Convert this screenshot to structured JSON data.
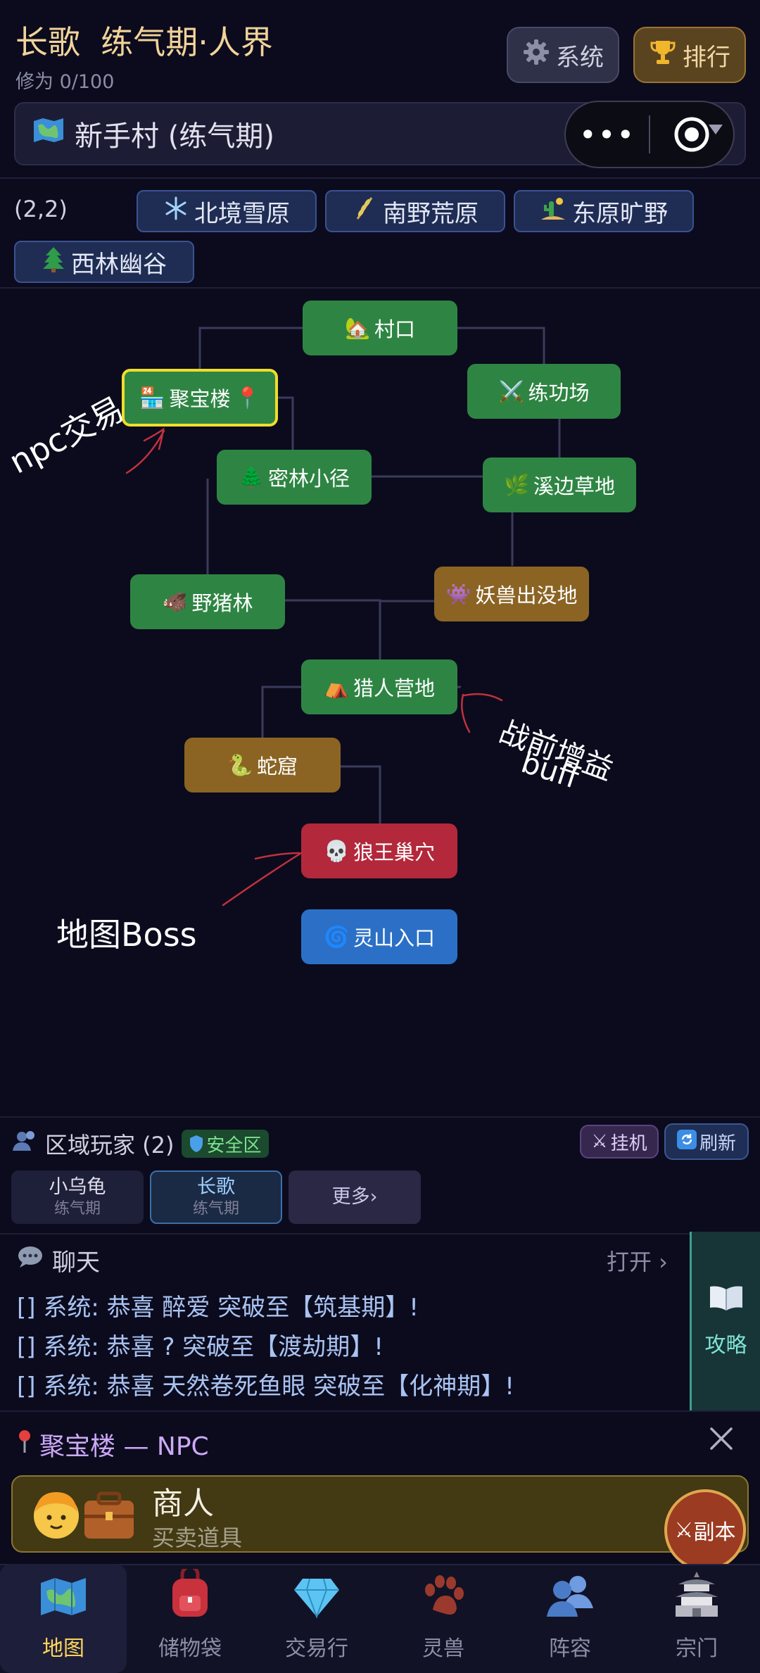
{
  "header": {
    "title": "长歌  练气期·人界",
    "cultivation": "修为 0/100",
    "system_label": "系统",
    "rank_label": "排行"
  },
  "location": {
    "name": "新手村 (练气期)"
  },
  "capsule": {
    "more": "•••"
  },
  "coords": "(2,2)",
  "directions": [
    {
      "label": "北境雪原",
      "icon": "snowflake-icon"
    },
    {
      "label": "南野荒原",
      "icon": "wheat-icon"
    },
    {
      "label": "东原旷野",
      "icon": "cactus-icon"
    },
    {
      "label": "西林幽谷",
      "icon": "pine-tree-icon"
    }
  ],
  "map_nodes": [
    {
      "label": "村口",
      "icon": "🏡",
      "kind": "green"
    },
    {
      "label": "聚宝楼",
      "icon": "🏪",
      "kind": "green",
      "selected": true,
      "suffix": "📍"
    },
    {
      "label": "练功场",
      "icon": "⚔️",
      "kind": "green"
    },
    {
      "label": "密林小径",
      "icon": "🌲",
      "kind": "green"
    },
    {
      "label": "溪边草地",
      "icon": "🌿",
      "kind": "green"
    },
    {
      "label": "妖兽出没地",
      "icon": "👾",
      "kind": "brown"
    },
    {
      "label": "野猪林",
      "icon": "🐗",
      "kind": "green"
    },
    {
      "label": "猎人营地",
      "icon": "⛺",
      "kind": "green"
    },
    {
      "label": "蛇窟",
      "icon": "🐍",
      "kind": "brown"
    },
    {
      "label": "狼王巢穴",
      "icon": "💀",
      "kind": "red"
    },
    {
      "label": "灵山入口",
      "icon": "🌀",
      "kind": "blue"
    }
  ],
  "annotations": {
    "npc": "npc交易",
    "buff_1": "战前增益",
    "buff_2": "buff",
    "boss": "地图Boss"
  },
  "players": {
    "title": "区域玩家 (2)",
    "safe_zone": "安全区",
    "idle_label": "挂机",
    "refresh_label": "刷新",
    "list": [
      {
        "name": "小乌龟",
        "level": "练气期"
      },
      {
        "name": "长歌",
        "level": "练气期"
      }
    ],
    "more_label": "更多›"
  },
  "chat": {
    "title": "聊天",
    "open_label": "打开 ›",
    "messages": [
      "[] 系统: 恭喜 醉爱 突破至【筑基期】!",
      "[] 系统: 恭喜 ?  突破至【渡劫期】!",
      "[] 系统: 恭喜 天然卷死鱼眼 突破至【化神期】!"
    ]
  },
  "guide_label": "攻略",
  "npc_panel": {
    "title": "聚宝楼 — NPC",
    "npc_name": "商人",
    "npc_desc": "买卖道具"
  },
  "dungeon_label": "副本",
  "tabs": [
    {
      "label": "地图",
      "icon": "map-icon",
      "active": true
    },
    {
      "label": "储物袋",
      "icon": "backpack-icon"
    },
    {
      "label": "交易行",
      "icon": "diamond-icon"
    },
    {
      "label": "灵兽",
      "icon": "paw-icon"
    },
    {
      "label": "阵容",
      "icon": "team-icon"
    },
    {
      "label": "宗门",
      "icon": "pagoda-icon"
    }
  ],
  "colors": {
    "background": "#0b0b1d",
    "node_green": "#2e8543",
    "node_brown": "#8b6424",
    "node_red": "#b3283b",
    "node_blue": "#2b70c6",
    "selected_border": "#f2dc2b",
    "tab_active": "#ffd45a"
  }
}
